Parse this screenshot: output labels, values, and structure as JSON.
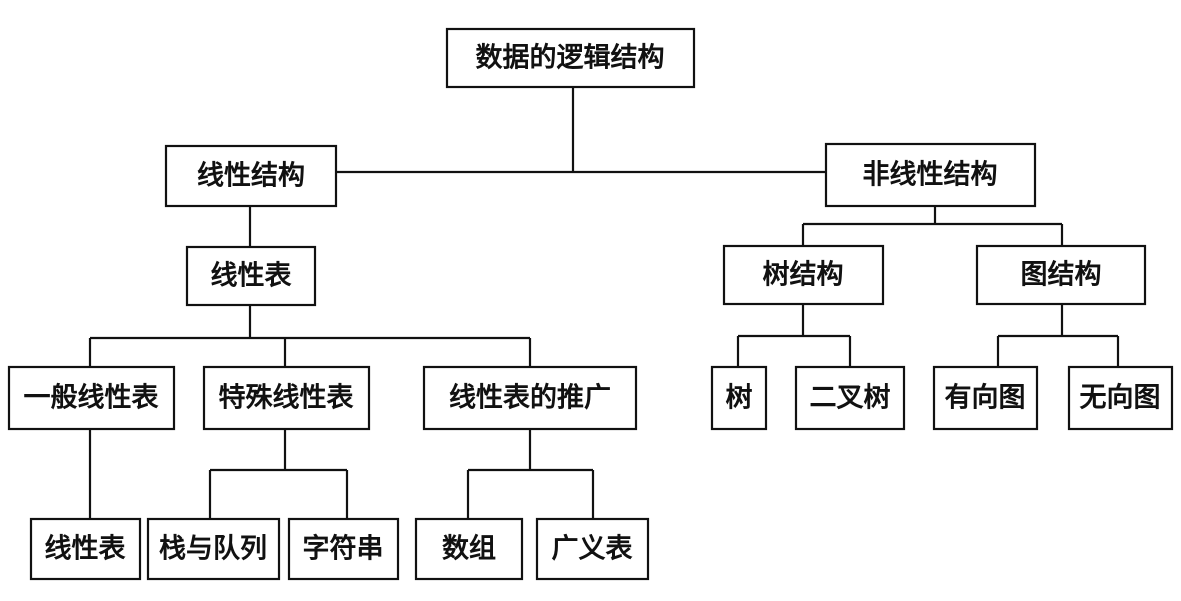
{
  "diagram": {
    "type": "tree",
    "root": {
      "label": "数据的逻辑结构",
      "children": [
        {
          "label": "线性结构",
          "children": [
            {
              "label": "线性表",
              "children": [
                {
                  "label": "一般线性表",
                  "children": [
                    {
                      "label": "线性表"
                    }
                  ]
                },
                {
                  "label": "特殊线性表",
                  "children": [
                    {
                      "label": "栈与队列"
                    },
                    {
                      "label": "字符串"
                    }
                  ]
                },
                {
                  "label": "线性表的推广",
                  "children": [
                    {
                      "label": "数组"
                    },
                    {
                      "label": "广义表"
                    }
                  ]
                }
              ]
            }
          ]
        },
        {
          "label": "非线性结构",
          "children": [
            {
              "label": "树结构",
              "children": [
                {
                  "label": "树"
                },
                {
                  "label": "二叉树"
                }
              ]
            },
            {
              "label": "图结构",
              "children": [
                {
                  "label": "有向图"
                },
                {
                  "label": "无向图"
                }
              ]
            }
          ]
        }
      ]
    }
  }
}
